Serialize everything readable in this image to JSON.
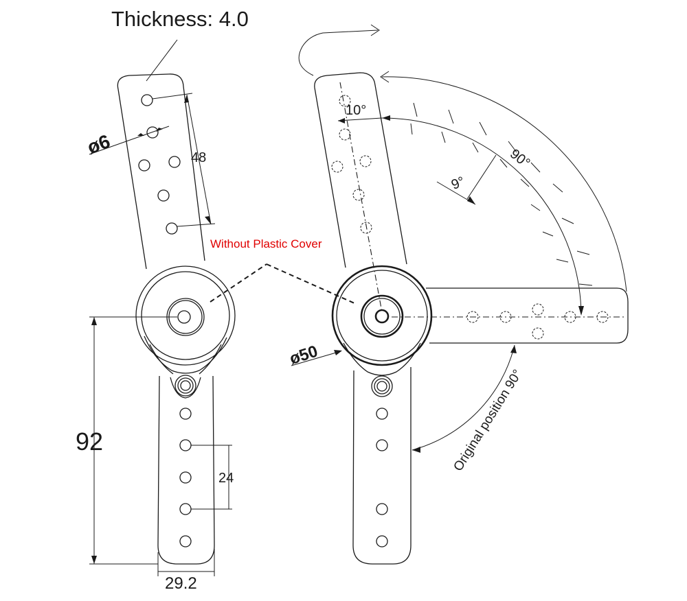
{
  "labels": {
    "thickness": "Thickness: 4.0",
    "hole_dia": "ø6",
    "hole_spacing_top": "48",
    "plastic_cover": "Without Plastic Cover",
    "length": "92",
    "hole_spacing_bottom": "24",
    "width": "29.2",
    "body_dia": "ø50",
    "angle_10": "10°",
    "angle_9": "9°",
    "angle_90": "90°",
    "original_position": "Original position 90°"
  },
  "colors": {
    "line": "#1a1a1a",
    "annotation": "#e00000",
    "background": "#ffffff"
  }
}
